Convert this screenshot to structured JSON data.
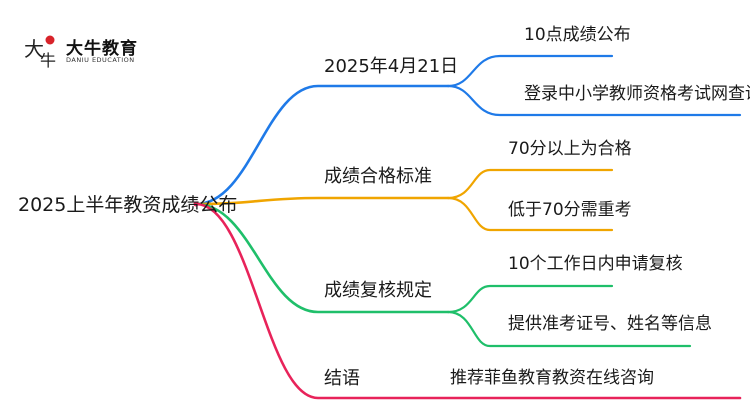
{
  "logo": {
    "name": "大牛教育",
    "subtitle": "DANIU EDUCATION",
    "mark_text": "大牛"
  },
  "root": {
    "label": "2025上半年教资成绩公布"
  },
  "branches": [
    {
      "label": "2025年4月21日",
      "color": "#1f7ae8",
      "leaves": [
        "10点成绩公布",
        "登录中小学教师资格考试网查询"
      ]
    },
    {
      "label": "成绩合格标准",
      "color": "#f0a500",
      "leaves": [
        "70分以上为合格",
        "低于70分需重考"
      ]
    },
    {
      "label": "成绩复核规定",
      "color": "#1fbf6a",
      "leaves": [
        "10个工作日内申请复核",
        "提供准考证号、姓名等信息"
      ]
    },
    {
      "label": "结语",
      "color": "#e8235a",
      "leaves": [
        "推荐菲鱼教育教资在线咨询"
      ]
    }
  ]
}
